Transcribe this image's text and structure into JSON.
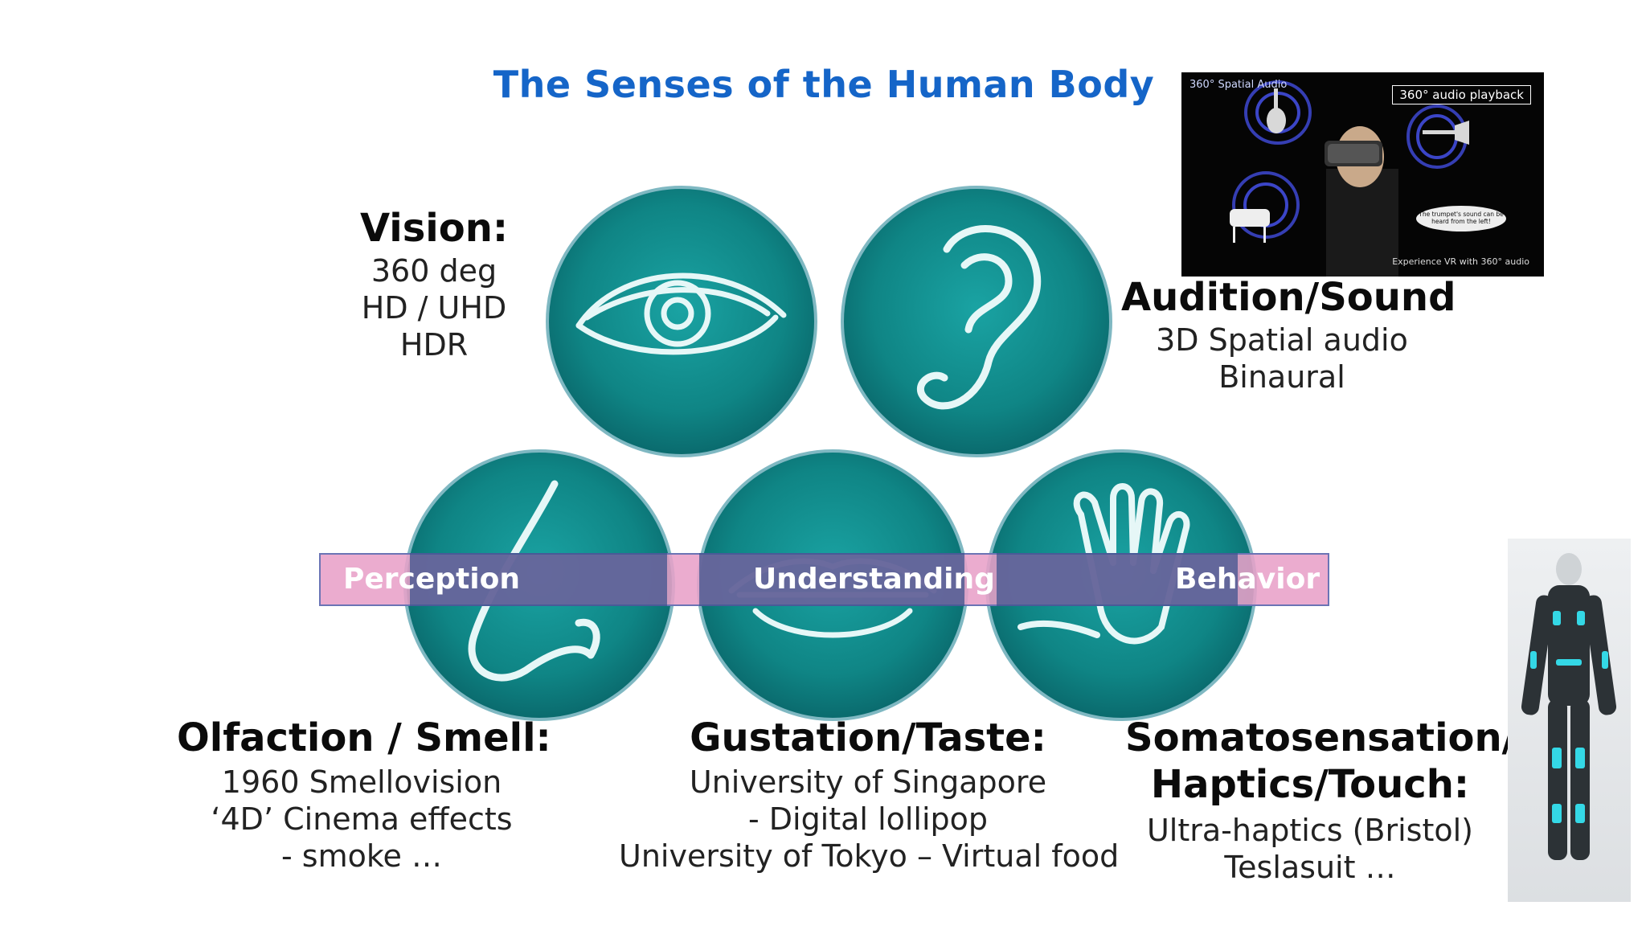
{
  "title": "The Senses of the Human Body",
  "senses": {
    "vision": {
      "heading": "Vision:",
      "lines": [
        "360 deg",
        "HD / UHD",
        "HDR"
      ]
    },
    "audition": {
      "heading": "Audition/Sound",
      "lines": [
        "3D Spatial audio",
        "Binaural"
      ]
    },
    "olfaction": {
      "heading": "Olfaction / Smell:",
      "lines": [
        "1960 Smellovision",
        "‘4D’ Cinema effects",
        "- smoke …"
      ]
    },
    "gustation": {
      "heading": "Gustation/Taste:",
      "lines": [
        "University of Singapore",
        "- Digital lollipop",
        "University of Tokyo – Virtual food"
      ]
    },
    "somatosensation": {
      "heading_line1": "Somatosensation/",
      "heading_line2": "Haptics/Touch:",
      "lines": [
        "Ultra-haptics (Bristol)",
        "Teslasuit …"
      ]
    }
  },
  "band": {
    "labels": [
      "Perception",
      "Understanding",
      "Behavior"
    ]
  },
  "vr_image": {
    "label": "360° Spatial Audio",
    "badge": "360° audio playback",
    "bubble": "The trumpet's sound can be heard from the left!",
    "caption": "Experience VR with 360° audio"
  },
  "colors": {
    "title": "#1565c8",
    "circle": "#0e8a8a",
    "band": "#e8a0c8",
    "band_overlay": "#3a528c"
  },
  "icons": [
    "eye-icon",
    "ear-icon",
    "nose-icon",
    "lips-icon",
    "hand-icon"
  ]
}
